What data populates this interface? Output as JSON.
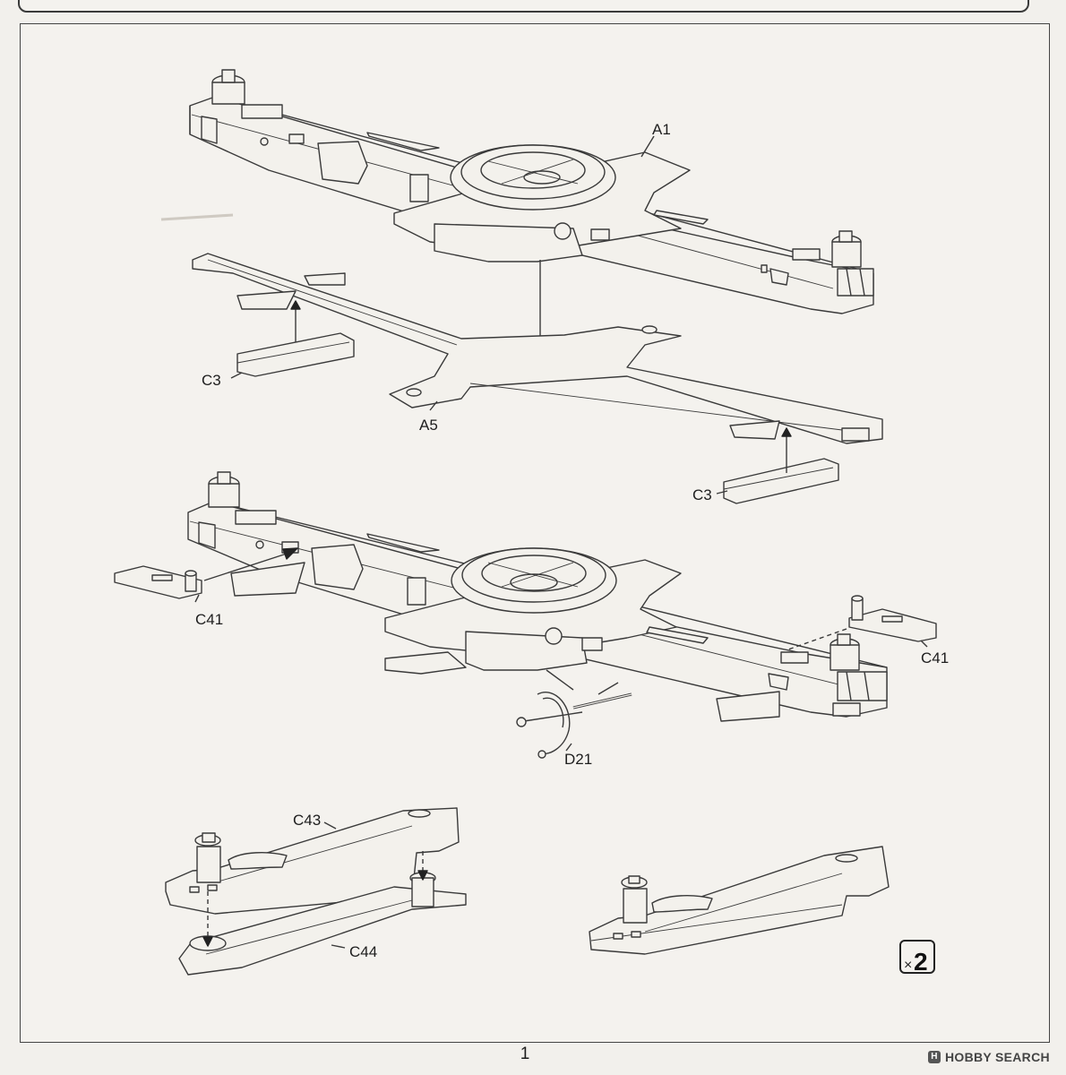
{
  "part_labels": {
    "a1": "A1",
    "c3_left": "C3",
    "a5": "A5",
    "c3_right": "C3",
    "c41_left": "C41",
    "c41_right": "C41",
    "d21": "D21",
    "c43": "C43",
    "c44": "C44"
  },
  "quantity_badge": {
    "times": "×",
    "count": "2"
  },
  "page_number": "1",
  "credit": {
    "logo_glyph": "H",
    "text": "HOBBY SEARCH"
  },
  "colors": {
    "paper": "#f4f2ee",
    "line": "#3a3a3a",
    "part_fill": "#f3f1ec"
  }
}
